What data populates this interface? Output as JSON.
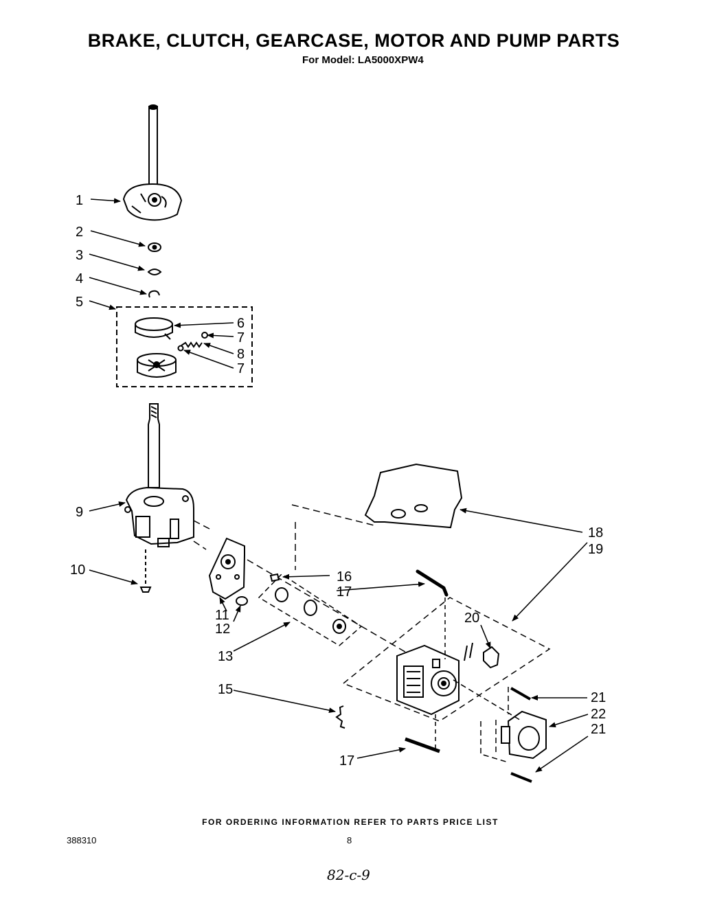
{
  "header": {
    "title": "BRAKE, CLUTCH, GEARCASE, MOTOR AND PUMP PARTS",
    "subtitle": "For Model: LA5000XPW4"
  },
  "footer": {
    "ordering_note": "FOR ORDERING INFORMATION REFER TO PARTS PRICE LIST",
    "doc_number": "388310",
    "page_number": "8",
    "handwritten_note": "82-c-9"
  },
  "callouts": {
    "c1": "1",
    "c2": "2",
    "c3": "3",
    "c4": "4",
    "c5": "5",
    "c6": "6",
    "c7a": "7",
    "c8": "8",
    "c7b": "7",
    "c9": "9",
    "c10": "10",
    "c11": "11",
    "c12": "12",
    "c13": "13",
    "c15": "15",
    "c16": "16",
    "c17a": "17",
    "c17b": "17",
    "c18": "18",
    "c19": "19",
    "c20": "20",
    "c21a": "21",
    "c22": "22",
    "c21b": "21"
  }
}
